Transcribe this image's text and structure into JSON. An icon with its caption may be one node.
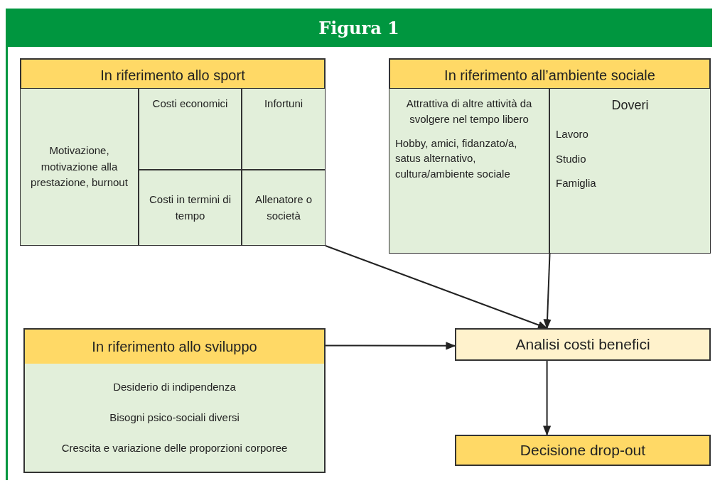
{
  "diagram": {
    "title": "Figura 1",
    "nodes": [
      {
        "text": [
          "In riferimento allo sport"
        ]
      },
      {
        "text": [
          "Motivazione, motivazione alla prestazione, burnout"
        ],
        "in": 0
      },
      {
        "text": [
          "Costi economici"
        ],
        "in": 0
      },
      {
        "text": [
          "Infortuni"
        ],
        "in": 0
      },
      {
        "text": [
          "Costi in termini di tempo"
        ],
        "in": 0
      },
      {
        "text": [
          "Allenatore o società"
        ],
        "in": 0
      },
      {
        "text": [
          "In riferimento all’ambiente sociale"
        ]
      },
      {
        "text": [
          "Attrattiva di altre attività da svolgere nel tempo libero",
          "Hobby, amici, fidanzato/a, satus alternativo, cultura/ambiente sociale"
        ],
        "in": 6
      },
      {
        "text": [
          "Doveri",
          "Lavoro",
          "Studio",
          "Famiglia"
        ],
        "in": 6
      },
      {
        "text": [
          "In riferimento allo sviluppo",
          "Desiderio di indipendenza",
          "Bisogni psico-sociali diversi",
          "Crescita e variazione delle proporzioni corporee"
        ]
      },
      {
        "text": [
          "Analisi costi benefici"
        ]
      },
      {
        "text": [
          "Decisione drop-out"
        ]
      }
    ],
    "edges": [
      {
        "from": 0,
        "to": 10,
        "arrow": "to"
      },
      {
        "from": 6,
        "to": 10,
        "arrow": "to"
      },
      {
        "from": 9,
        "to": 10,
        "arrow": "to"
      },
      {
        "from": 10,
        "to": 11,
        "arrow": "to"
      }
    ]
  }
}
